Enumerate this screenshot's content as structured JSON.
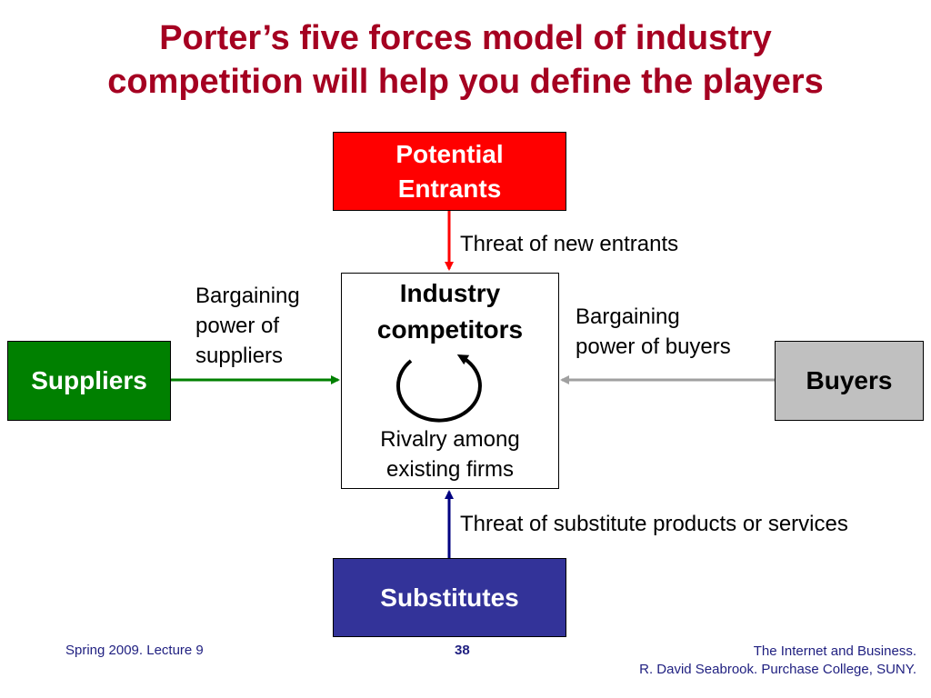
{
  "title_line1": "Porter’s five forces model of industry",
  "title_line2": "competition will help you define the players",
  "nodes": {
    "potential_entrants_line1": "Potential",
    "potential_entrants_line2": "Entrants",
    "suppliers": "Suppliers",
    "buyers": "Buyers",
    "substitutes": "Substitutes",
    "industry_line1": "Industry",
    "industry_line2": "competitors",
    "rivalry_line1": "Rivalry among",
    "rivalry_line2": "existing firms"
  },
  "labels": {
    "threat_new": "Threat of new entrants",
    "threat_substitutes": "Threat of substitute products or services",
    "supplier_power_line1": "Bargaining",
    "supplier_power_line2": "power of",
    "supplier_power_line3": "suppliers",
    "buyer_power_line1": "Bargaining",
    "buyer_power_line2": "power of buyers"
  },
  "footer": {
    "left": "Spring 2009. Lecture 9",
    "page": "38",
    "right_line1": "The Internet and Business.",
    "right_line2": "R. David Seabrook. Purchase College, SUNY."
  },
  "colors": {
    "title": "#a50021",
    "entrants": "#ff0000",
    "suppliers": "#008000",
    "buyers": "#c0c0c0",
    "substitutes": "#333399",
    "arrow_entrants": "#ff0000",
    "arrow_suppliers": "#008000",
    "arrow_buyers": "#a0a0a0",
    "arrow_substitutes": "#000080"
  }
}
